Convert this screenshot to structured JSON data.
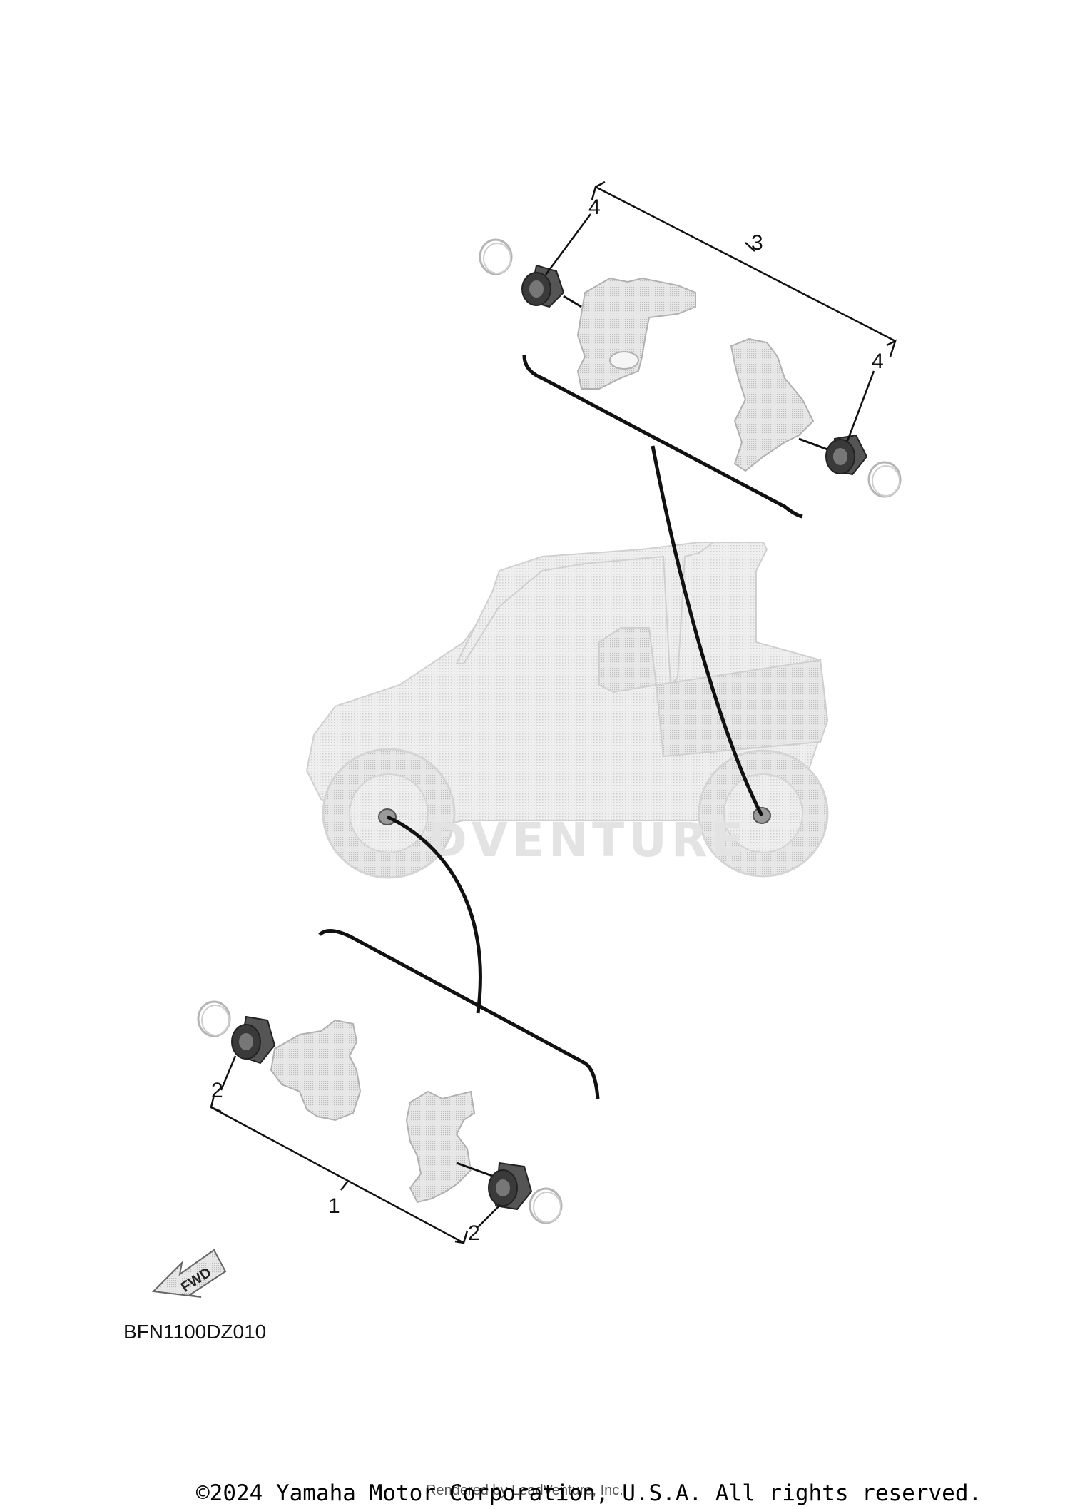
{
  "diagram": {
    "callouts": {
      "front_left_bearing": "2",
      "front_right_bearing": "2",
      "front_assembly": "1",
      "rear_assembly": "3",
      "rear_left_bearing": "4",
      "rear_right_bearing": "4"
    },
    "direction_label": "FWD",
    "diagram_code": "BFN1100DZ010",
    "watermark": "DVENTURE",
    "copyright": "©2024 Yamaha Motor Corporation, U.S.A. All rights reserved.",
    "rendered_by": "Rendered by LeadVenture, Inc."
  },
  "colors": {
    "line": "#111111",
    "part_fill": "#e6e6e6",
    "part_stroke": "#b5b5b5",
    "bearing_dark": "#3a3a3a",
    "vehicle_fill": "#ececec"
  }
}
